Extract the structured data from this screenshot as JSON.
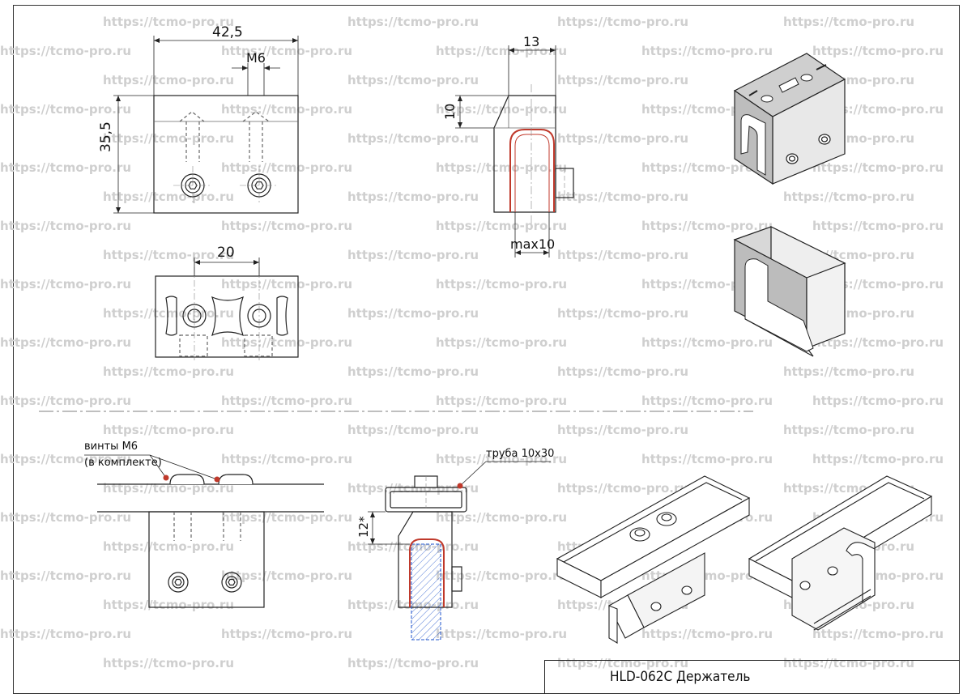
{
  "watermark": "https://tcmo-pro.ru",
  "dimensions": {
    "width": "42,5",
    "thread": "M6",
    "height": "35,5",
    "side_width": "13",
    "side_top": "10",
    "glass_max": "max10",
    "hole_spacing": "20",
    "offset": "12*"
  },
  "callouts": {
    "screws_line1": "винты M6",
    "screws_line2": "(в комплекте)",
    "tube": "труба 10x30"
  },
  "title_block": {
    "title": "HLD-062C Держатель"
  },
  "colors": {
    "line": "#222222",
    "dimension": "#c0392b",
    "glass": "#2255cc",
    "watermark": "#cfcfcf",
    "shade": "#cfcfcf"
  }
}
